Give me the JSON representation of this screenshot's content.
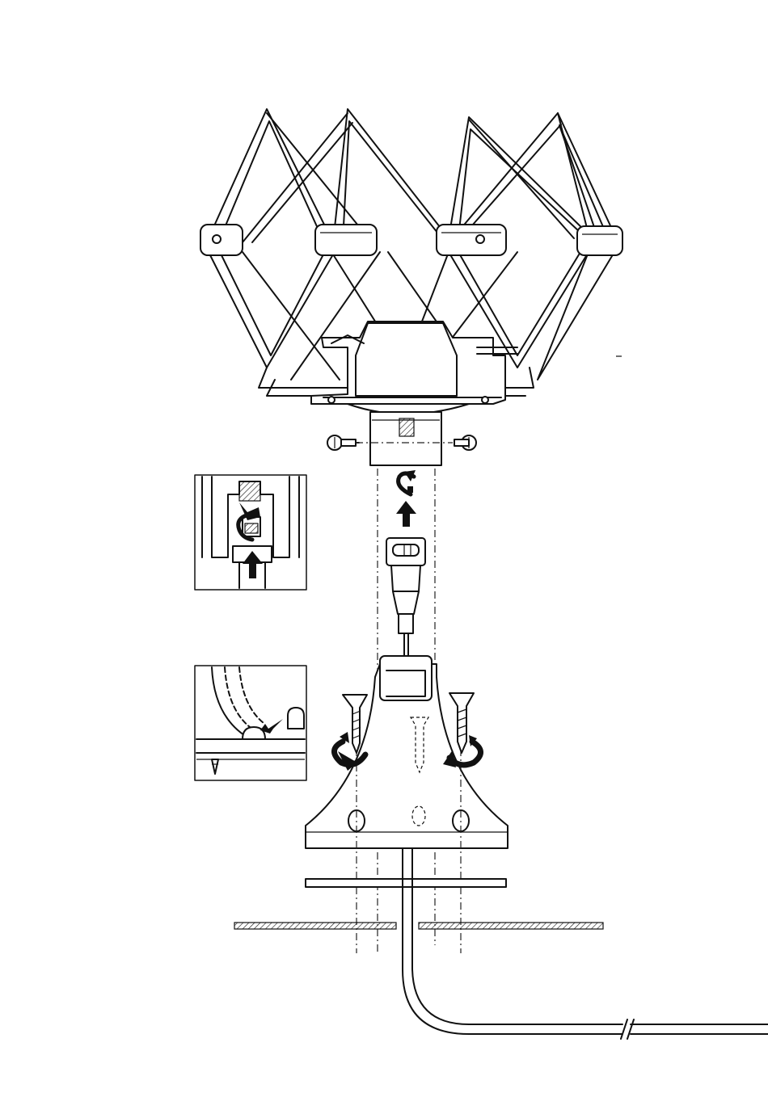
{
  "diagram": {
    "type": "technical-assembly-illustration",
    "subject": "antenna-mount-installation",
    "colors": {
      "line": "#111111",
      "background": "#ffffff"
    },
    "parts": [
      "wire-cage-antenna",
      "antenna-hub",
      "side-screw-left",
      "side-screw-right",
      "coax-connector",
      "cable-plug",
      "mounting-pedestal",
      "mounting-screw-left",
      "mounting-screw-center",
      "mounting-screw-right",
      "rotate-arrow-left",
      "rotate-arrow-right",
      "gasket-plate",
      "mounting-surface",
      "coax-cable"
    ],
    "insets": [
      {
        "name": "inset-connector-detail",
        "shows": "connector-twist-and-push"
      },
      {
        "name": "inset-cap-detail",
        "shows": "cover-cap-insertion"
      }
    ]
  }
}
